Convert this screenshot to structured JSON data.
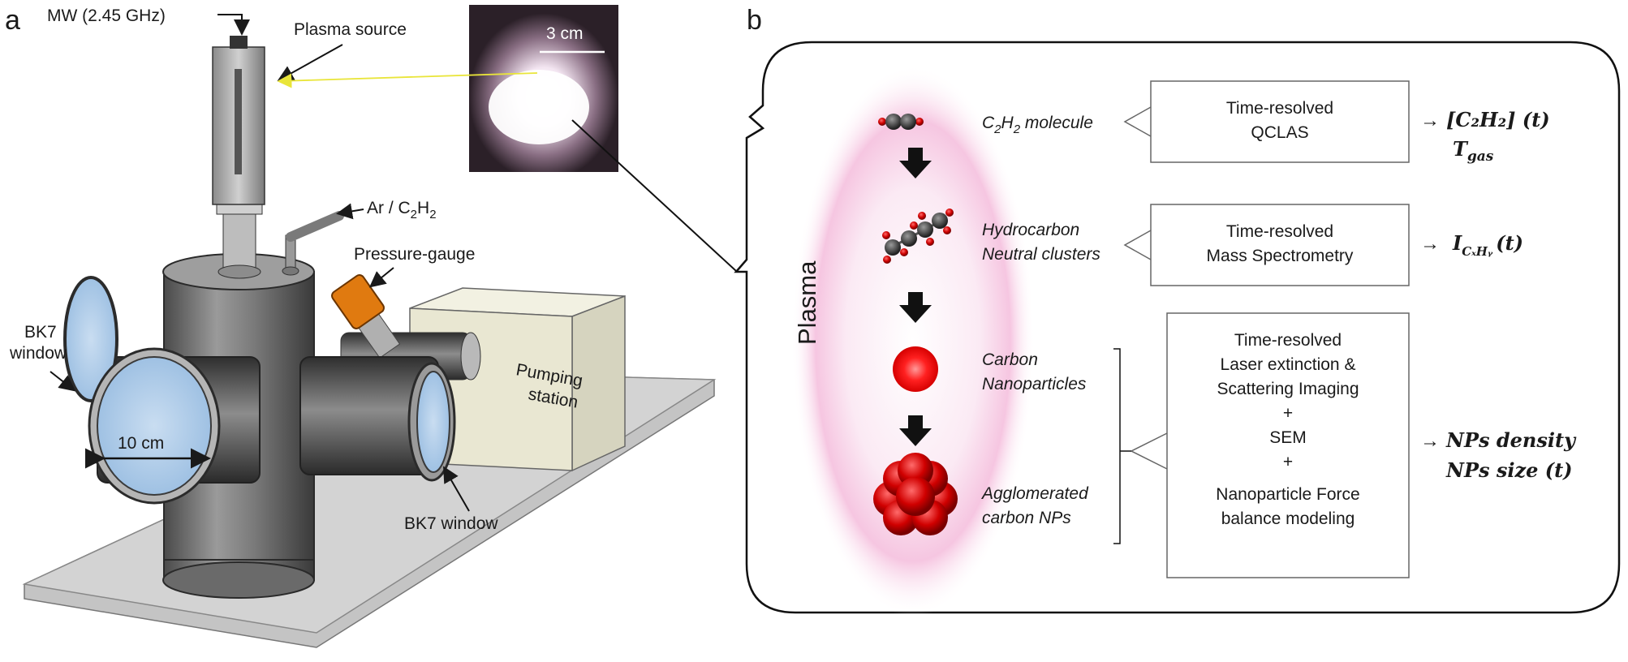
{
  "panel_a": {
    "letter": "a",
    "labels": {
      "mw": "MW (2.45 GHz)",
      "plasma_source": "Plasma source",
      "gas": "Ar / C",
      "gas_sub": "2",
      "gas_tail": "H",
      "gas_sub2": "2",
      "pressure_gauge": "Pressure-gauge",
      "bk7_left_1": "BK7",
      "bk7_left_2": "window",
      "bk7_right": "BK7 window",
      "diameter": "10 cm",
      "pumping_1": "Pumping",
      "pumping_2": "station",
      "photo_scale": "3 cm"
    }
  },
  "panel_b": {
    "letter": "b",
    "plasma_label": "Plasma",
    "species": [
      {
        "text_a": "C",
        "sub_a": "2",
        "text_b": "H",
        "sub_b": "2",
        "text_c": " molecule"
      },
      {
        "line1": "Hydrocarbon",
        "line2": "Neutral clusters"
      },
      {
        "line1": "Carbon",
        "line2": "Nanoparticles"
      },
      {
        "line1": "Agglomerated",
        "line2": "carbon NPs"
      }
    ],
    "methods": [
      {
        "lines": [
          "Time-resolved",
          "QCLAS"
        ]
      },
      {
        "lines": [
          "Time-resolved",
          "Mass Spectrometry"
        ]
      },
      {
        "lines": [
          "Time-resolved",
          "Laser extinction &",
          "Scattering Imaging",
          "+",
          "SEM",
          "+",
          "Nanoparticle Force",
          "balance modeling"
        ]
      }
    ],
    "outputs": [
      {
        "arrow": "→",
        "line1": "[C₂H₂] (t)",
        "line2": "T",
        "line2_sub": "gas"
      },
      {
        "arrow": "→",
        "line1": "I",
        "line1_sub": "CₓHᵧ",
        "line1_tail": "(t)"
      },
      {
        "arrow": "→",
        "line1": "NPs density",
        "line2": "NPs size (t)"
      }
    ]
  }
}
